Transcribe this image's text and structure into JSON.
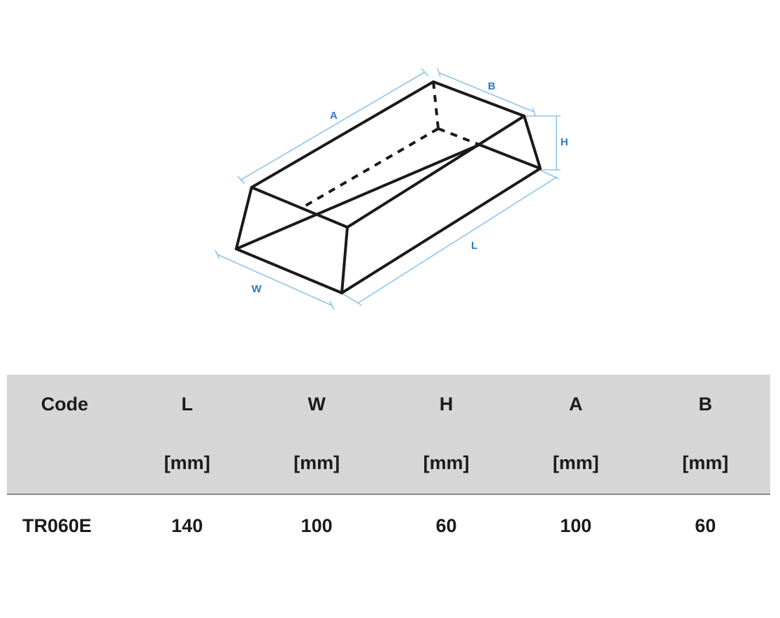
{
  "diagram": {
    "labels": {
      "a": "A",
      "b": "B",
      "h": "H",
      "l": "L",
      "w": "W"
    }
  },
  "table": {
    "headers": [
      {
        "name": "Code",
        "unit": ""
      },
      {
        "name": "L",
        "unit": "[mm]"
      },
      {
        "name": "W",
        "unit": "[mm]"
      },
      {
        "name": "H",
        "unit": "[mm]"
      },
      {
        "name": "A",
        "unit": "[mm]"
      },
      {
        "name": "B",
        "unit": "[mm]"
      }
    ],
    "rows": [
      [
        "TR060E",
        "140",
        "100",
        "60",
        "100",
        "60"
      ]
    ]
  },
  "colors": {
    "dimension_line": "#8ec5ec",
    "dimension_label": "#2a78c8",
    "header_background": "#d6d6d6"
  }
}
